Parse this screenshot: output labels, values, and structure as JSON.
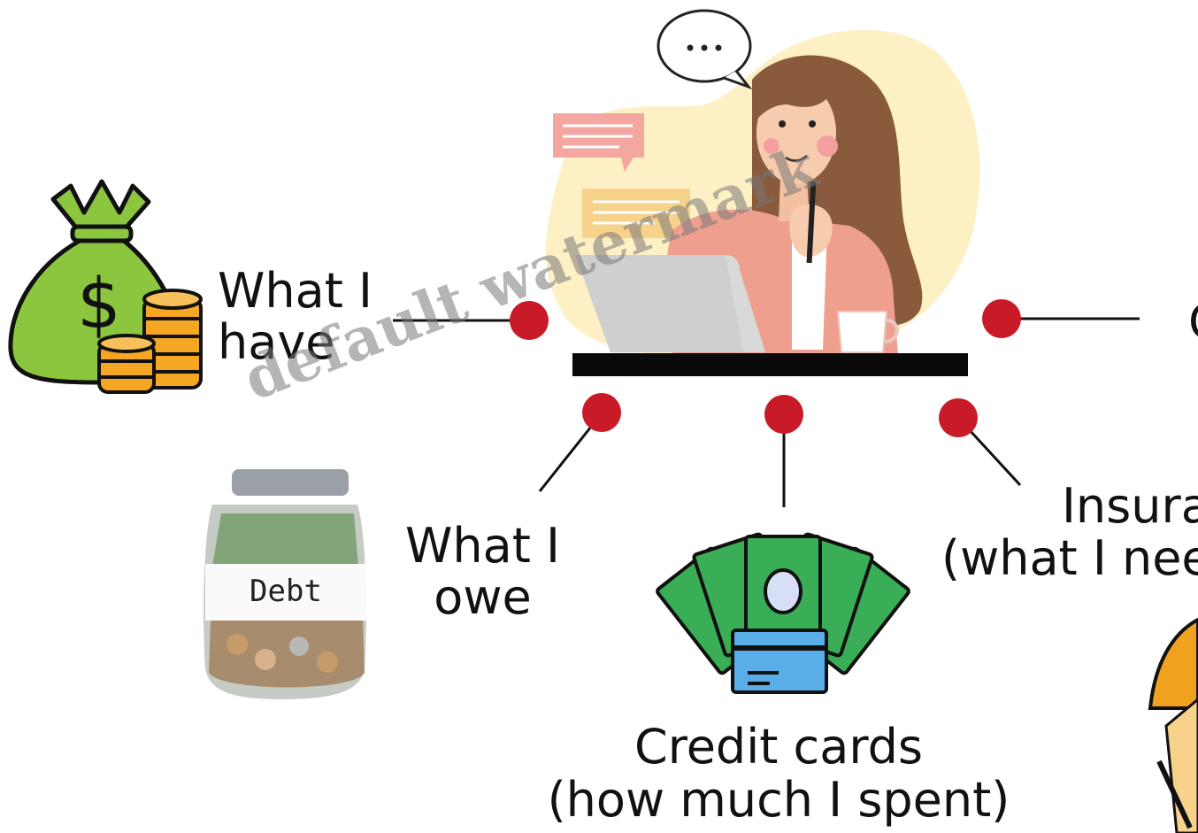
{
  "labels": {
    "what_i_have": "What I\nhave",
    "what_i_owe": "What I\nowe",
    "credit_cards_line1": "Credit cards",
    "credit_cards_line2": "(how much I spent)",
    "insurance_line1": "Insura",
    "insurance_line2": "(what I nee",
    "right_cut": "C",
    "speech": "..."
  },
  "icons": {
    "money_bag": "money-bag-icon",
    "coin_stacks": "coin-stack-icon",
    "debt_jar": "debt-jar-icon",
    "jar_label": "Debt",
    "cash_and_card": "cash-card-icon",
    "umbrella": "umbrella-icon",
    "woman": "woman-at-laptop-illustration"
  },
  "colors": {
    "node_red": "#c81a27",
    "money_green": "#8cc63f",
    "cash_green": "#3aae56",
    "coin_orange": "#f5a623",
    "card_blue": "#5aaee8",
    "desk_black": "#0a0a0a",
    "blob_yellow": "#fdf0c4",
    "umbrella_orange": "#f0a11e"
  },
  "watermark": "default watermark"
}
